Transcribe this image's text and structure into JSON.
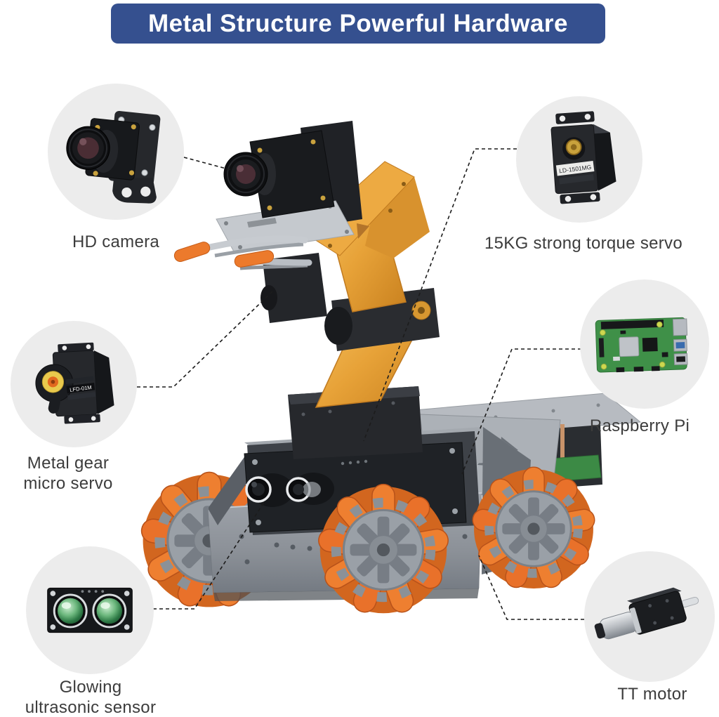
{
  "banner": {
    "title": "Metal Structure Powerful Hardware"
  },
  "callouts": {
    "hd_camera": {
      "label": "HD camera"
    },
    "torque_servo": {
      "label": "15KG strong torque servo",
      "model_text": "LD-1501MG"
    },
    "micro_servo": {
      "label_line1": "Metal gear",
      "label_line2": "micro servo",
      "model_text": "LFD-01M"
    },
    "raspberry_pi": {
      "label": "Raspberry Pi"
    },
    "ultrasonic": {
      "label_line1": "Glowing",
      "label_line2": "ultrasonic sensor"
    },
    "tt_motor": {
      "label": "TT motor"
    }
  },
  "colors": {
    "banner_bg": "#35508f",
    "banner_text": "#ffffff",
    "callout_circle_bg": "#ececec",
    "label_text": "#3c3c3c",
    "connector_line": "#1c1c1c",
    "wheel_orange": "#ee7f30",
    "arm_gold": "#edaa42",
    "chassis_gray": "#8e939a",
    "pcb_green": "#3c8a45",
    "sensor_dome_green": "#55a065"
  }
}
